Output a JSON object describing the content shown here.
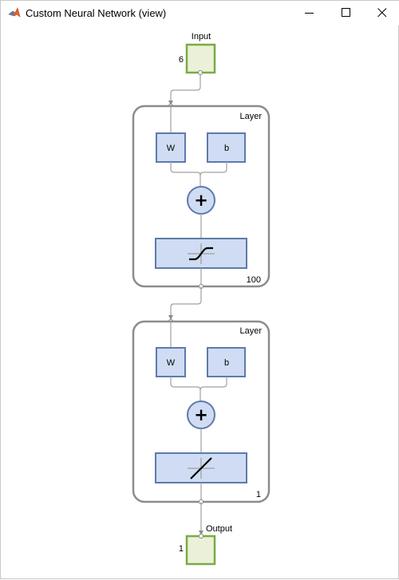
{
  "window": {
    "title": "Custom Neural Network (view)",
    "icon": "matlab-icon"
  },
  "diagram": {
    "input": {
      "label": "Input",
      "size": "6"
    },
    "layers": [
      {
        "label": "Layer",
        "weight_label": "W",
        "bias_label": "b",
        "sum_symbol": "+",
        "transfer": "tansig-icon",
        "size": "100"
      },
      {
        "label": "Layer",
        "weight_label": "W",
        "bias_label": "b",
        "sum_symbol": "+",
        "transfer": "purelin-icon",
        "size": "1"
      }
    ],
    "output": {
      "label": "Output",
      "size": "1"
    }
  },
  "colors": {
    "io_fill": "#ebf1d9",
    "io_stroke": "#7aab41",
    "node_fill": "#cfdcf3",
    "node_stroke": "#5e7aab",
    "layer_stroke": "#8c8c8c",
    "wire": "#a0a0a0"
  }
}
